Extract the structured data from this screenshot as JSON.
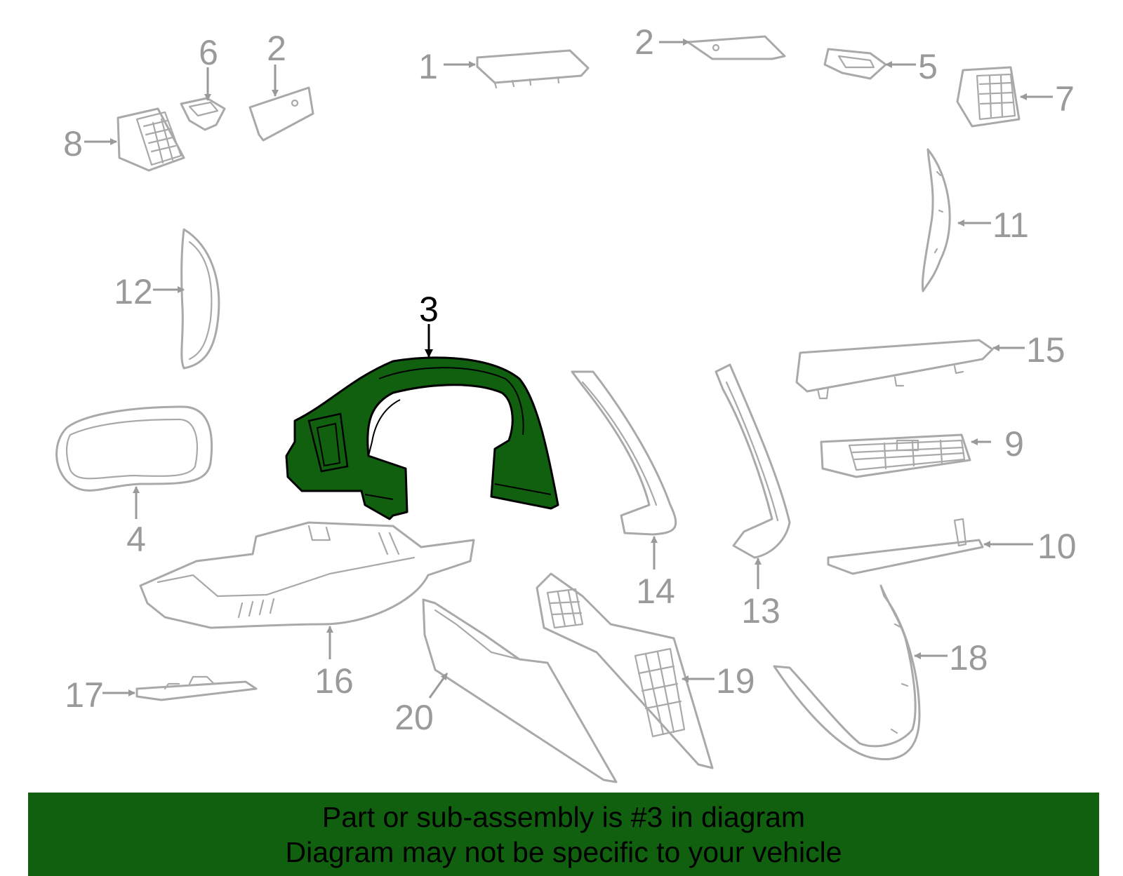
{
  "diagram": {
    "highlight_color": "#106010",
    "outline_color": "#a9a9a9",
    "highlighted_part": "3",
    "callouts": [
      "1",
      "2",
      "2",
      "3",
      "4",
      "5",
      "6",
      "7",
      "8",
      "9",
      "10",
      "11",
      "12",
      "13",
      "14",
      "15",
      "16",
      "17",
      "18",
      "19",
      "20"
    ]
  },
  "banner": {
    "background": "#106010",
    "line1": "Part or sub-assembly is #3 in diagram",
    "line2": "Diagram may not be specific to your vehicle"
  }
}
